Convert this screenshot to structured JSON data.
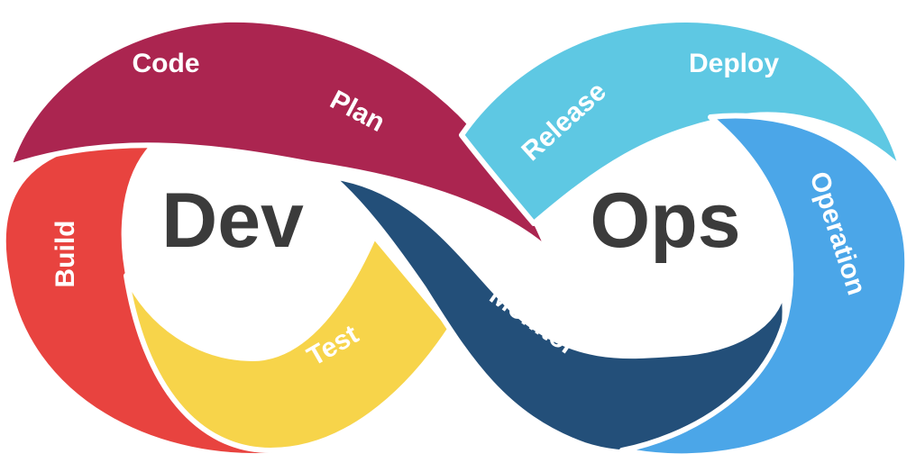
{
  "diagram": {
    "left_center_label": "Dev",
    "right_center_label": "Ops",
    "text_color": "#3b3b3b",
    "stages": [
      {
        "key": "code",
        "label": "Code",
        "color": "#ab2550"
      },
      {
        "key": "plan",
        "label": "Plan",
        "color": "#ab2550"
      },
      {
        "key": "build",
        "label": "Build",
        "color": "#e8433f"
      },
      {
        "key": "test",
        "label": "Test",
        "color": "#f7d44a"
      },
      {
        "key": "monitor",
        "label": "Monitor",
        "color": "#234f79"
      },
      {
        "key": "release",
        "label": "Release",
        "color": "#5ec8e3"
      },
      {
        "key": "deploy",
        "label": "Deploy",
        "color": "#5ec8e3"
      },
      {
        "key": "operation",
        "label": "Operation",
        "color": "#4ba6e8"
      }
    ]
  }
}
